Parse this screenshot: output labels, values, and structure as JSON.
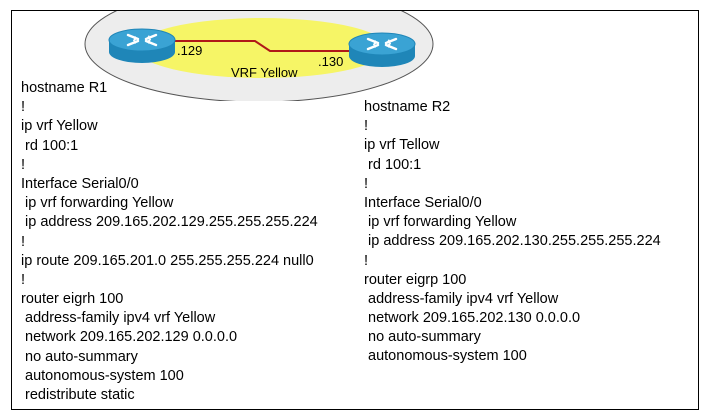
{
  "topology": {
    "link_label_left": ".129",
    "link_label_right": ".130",
    "vrf_label": "VRF Yellow",
    "colors": {
      "outer_ellipse_fill": "#ededed",
      "inner_ellipse_fill": "#f6f566",
      "router_body": "#1f86b8",
      "router_top": "#3aa3d4",
      "link": "#b01818"
    }
  },
  "r1_config": [
    "hostname R1",
    "!",
    "ip vrf Yellow",
    " rd 100:1",
    "!",
    "Interface Serial0/0",
    " ip vrf forwarding Yellow",
    " ip address 209.165.202.129.255.255.255.224",
    "!",
    "ip route 209.165.201.0 255.255.255.224 null0",
    "!",
    "router eigrh 100",
    " address-family ipv4 vrf Yellow",
    " network 209.165.202.129 0.0.0.0",
    " no auto-summary",
    " autonomous-system 100",
    " redistribute static"
  ],
  "r2_config": [
    "hostname R2",
    "!",
    "ip vrf Tellow",
    " rd 100:1",
    "!",
    "Interface Serial0/0",
    " ip vrf forwarding Yellow",
    " ip address 209.165.202.130.255.255.255.224",
    "!",
    "router eigrp 100",
    " address-family ipv4 vrf Yellow",
    " network 209.165.202.130 0.0.0.0",
    " no auto-summary",
    " autonomous-system 100"
  ]
}
